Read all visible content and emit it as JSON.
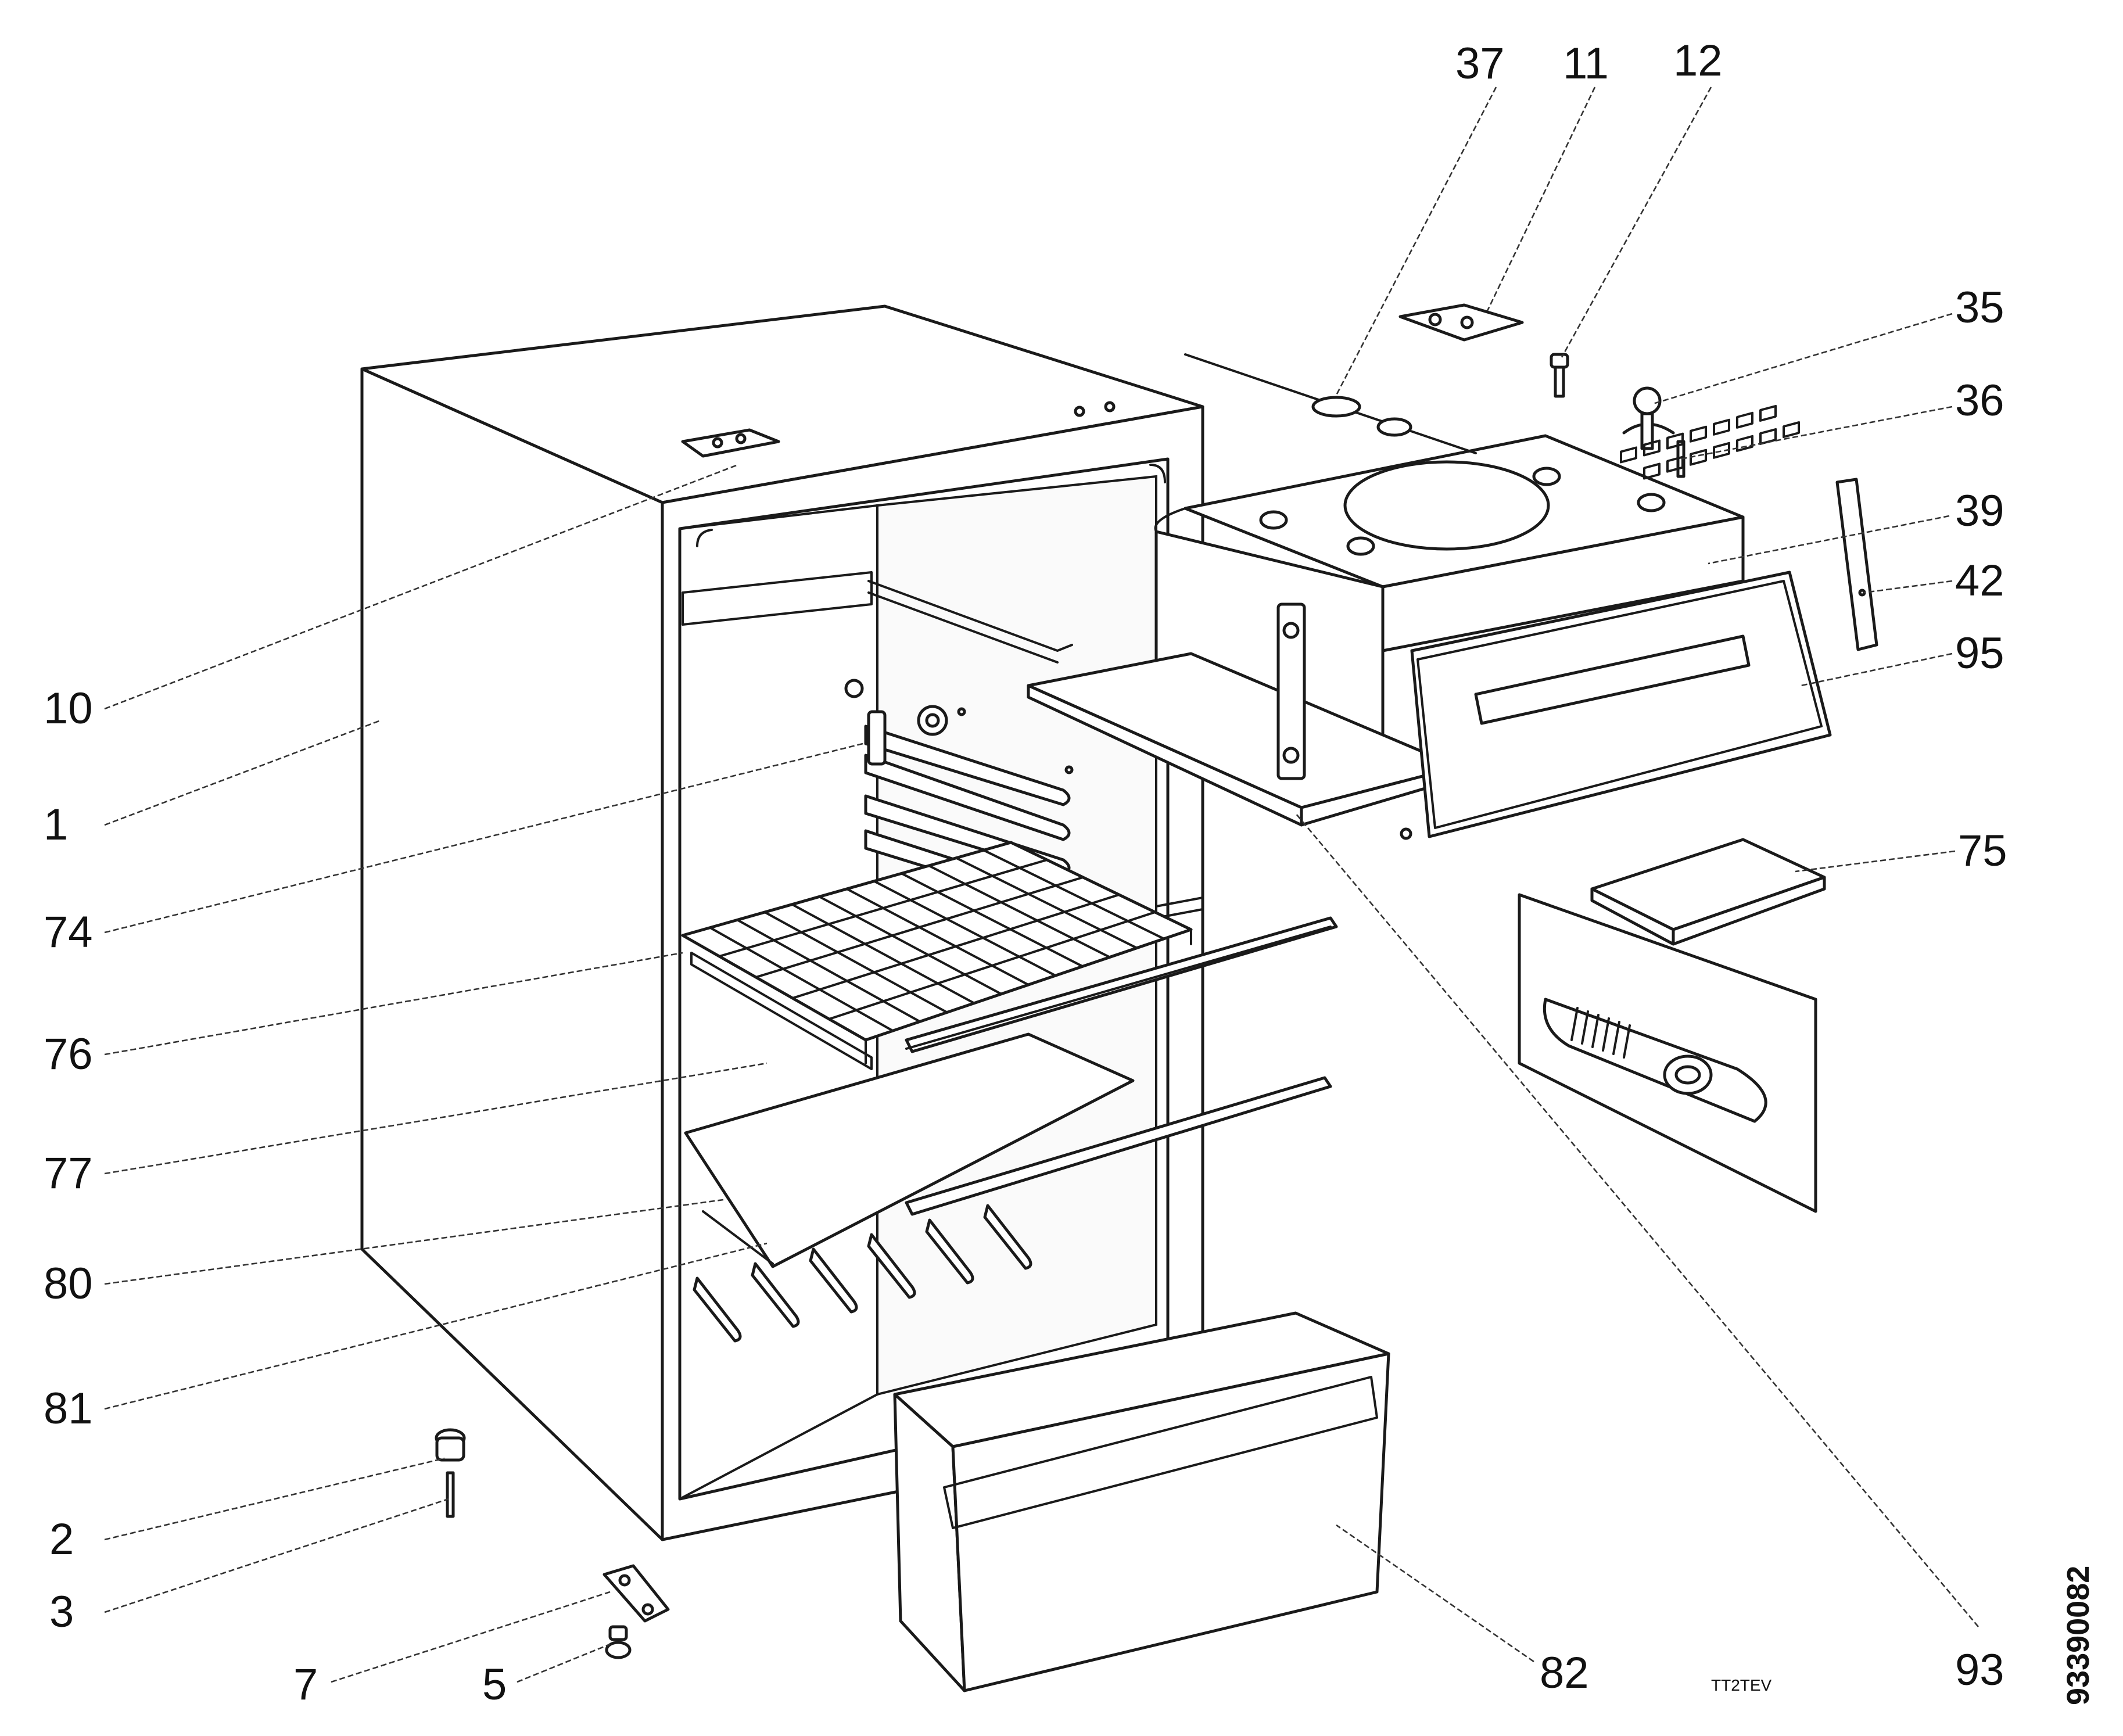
{
  "diagram": {
    "type": "exploded-parts-view",
    "drawing_code": "TT2TEV",
    "document_number": "93390082",
    "part_labels": [
      "1",
      "2",
      "3",
      "5",
      "7",
      "10",
      "11",
      "12",
      "35",
      "36",
      "37",
      "39",
      "42",
      "74",
      "75",
      "76",
      "77",
      "80",
      "81",
      "82",
      "93",
      "95"
    ]
  },
  "labels": {
    "l1": "1",
    "l2": "2",
    "l3": "3",
    "l5": "5",
    "l7": "7",
    "l10": "10",
    "l11": "11",
    "l12": "12",
    "l35": "35",
    "l36": "36",
    "l37": "37",
    "l39": "39",
    "l42": "42",
    "l74": "74",
    "l75": "75",
    "l76": "76",
    "l77": "77",
    "l80": "80",
    "l81": "81",
    "l82": "82",
    "l93": "93",
    "l95": "95"
  }
}
